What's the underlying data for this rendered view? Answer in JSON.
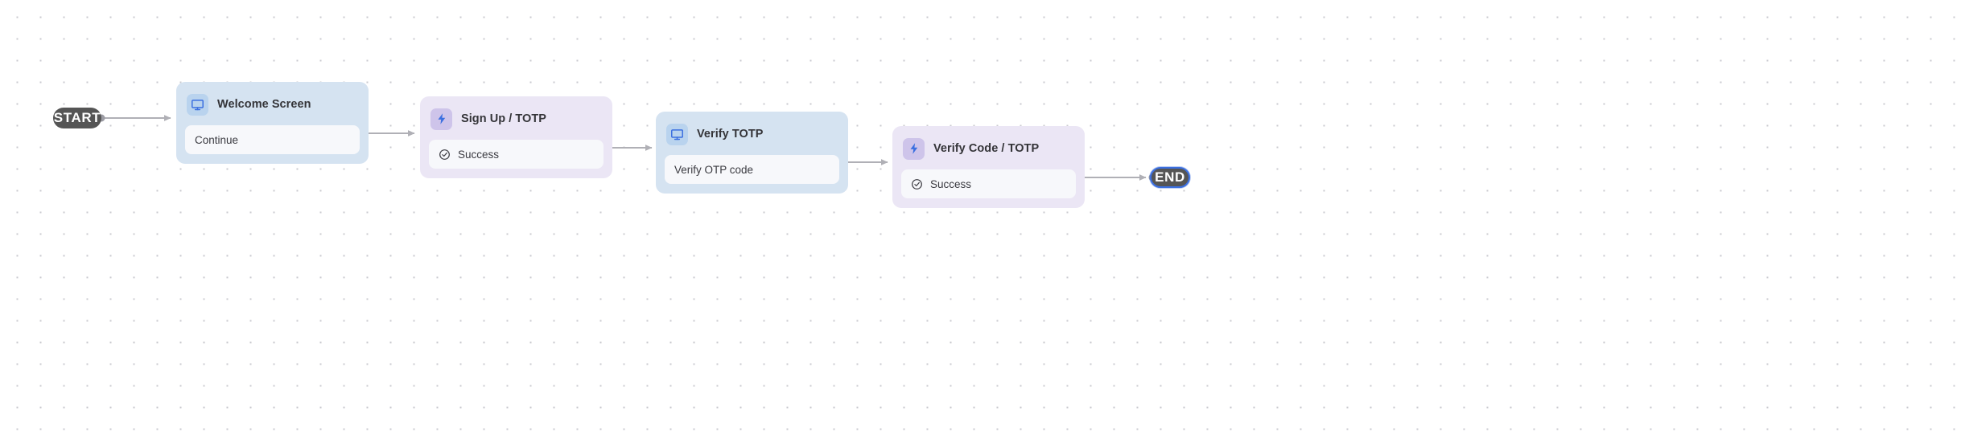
{
  "canvas": {
    "background_color": "#ffffff",
    "dot_color": "#c9c9cf",
    "grid_spacing": "29x27"
  },
  "terminals": {
    "start": {
      "label": "START",
      "color": "#555555",
      "selected": false
    },
    "end": {
      "label": "END",
      "color": "#555555",
      "selected": true,
      "selection_color": "#3b6fe0"
    }
  },
  "nodes": [
    {
      "id": "welcome-screen",
      "title": "Welcome Screen",
      "kind": "screen",
      "icon": "monitor-icon",
      "icon_color": "#3b6fe0",
      "card_color": "#d5e3f1",
      "icon_tile_color": "#b9d3ee",
      "rows": [
        {
          "label": "Continue",
          "icon": null
        }
      ]
    },
    {
      "id": "sign-up-totp",
      "title": "Sign Up / TOTP",
      "kind": "action",
      "icon": "lightning-bolt-icon",
      "icon_color": "#3b6fe0",
      "card_color": "#ebe6f5",
      "icon_tile_color": "#cec4ea",
      "rows": [
        {
          "label": "Success",
          "icon": "check-circle-icon"
        }
      ]
    },
    {
      "id": "verify-totp",
      "title": "Verify TOTP",
      "kind": "screen",
      "icon": "monitor-icon",
      "icon_color": "#3b6fe0",
      "card_color": "#d5e3f1",
      "icon_tile_color": "#b9d3ee",
      "rows": [
        {
          "label": "Verify OTP code",
          "icon": null
        }
      ]
    },
    {
      "id": "verify-code-totp",
      "title": "Verify Code / TOTP",
      "kind": "action",
      "icon": "lightning-bolt-icon",
      "icon_color": "#3b6fe0",
      "card_color": "#ebe6f5",
      "icon_tile_color": "#cec4ea",
      "rows": [
        {
          "label": "Success",
          "icon": "check-circle-icon"
        }
      ]
    }
  ],
  "edges": [
    {
      "from": "start",
      "to": "welcome-screen"
    },
    {
      "from": "welcome-screen",
      "to": "sign-up-totp"
    },
    {
      "from": "sign-up-totp",
      "to": "verify-totp"
    },
    {
      "from": "verify-totp",
      "to": "verify-code-totp"
    },
    {
      "from": "verify-code-totp",
      "to": "end"
    }
  ],
  "edge_style": {
    "stroke": "#b0b0b6",
    "arrow_fill": "#b0b0b6",
    "handle_color": "#9c9ca4"
  }
}
